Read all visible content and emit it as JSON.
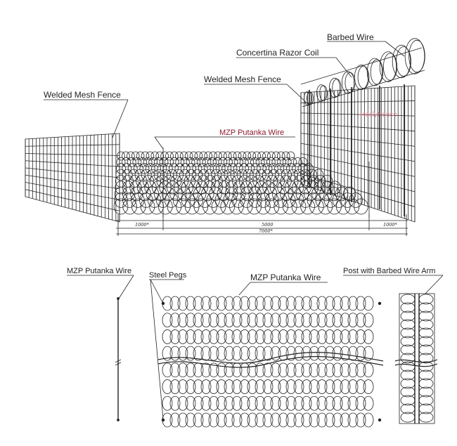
{
  "diagram": {
    "labels": {
      "barbed_wire": "Barbed Wire",
      "concertina_razor_coil": "Concertina Razor Coil",
      "welded_mesh_fence_right": "Welded Mesh Fence",
      "welded_mesh_fence_left": "Welded Mesh Fence",
      "mzp_putanka_wire_top": "MZP Putanka Wire",
      "watermark": "HeslyFence",
      "mzp_putanka_wire_side": "MZP Putanka Wire",
      "steel_pegs": "Steel Pegs",
      "mzp_putanka_wire_plan": "MZP Putanka Wire",
      "post_with_barbed_wire_arm": "Post with Barbed Wire Arm"
    },
    "dimensions": {
      "left": "1000*",
      "center": "5000",
      "right": "1000*",
      "total": "7000*"
    },
    "colors": {
      "line": "#222222",
      "accent": "#8b1a2e",
      "watermark": "#e58a9a"
    }
  }
}
